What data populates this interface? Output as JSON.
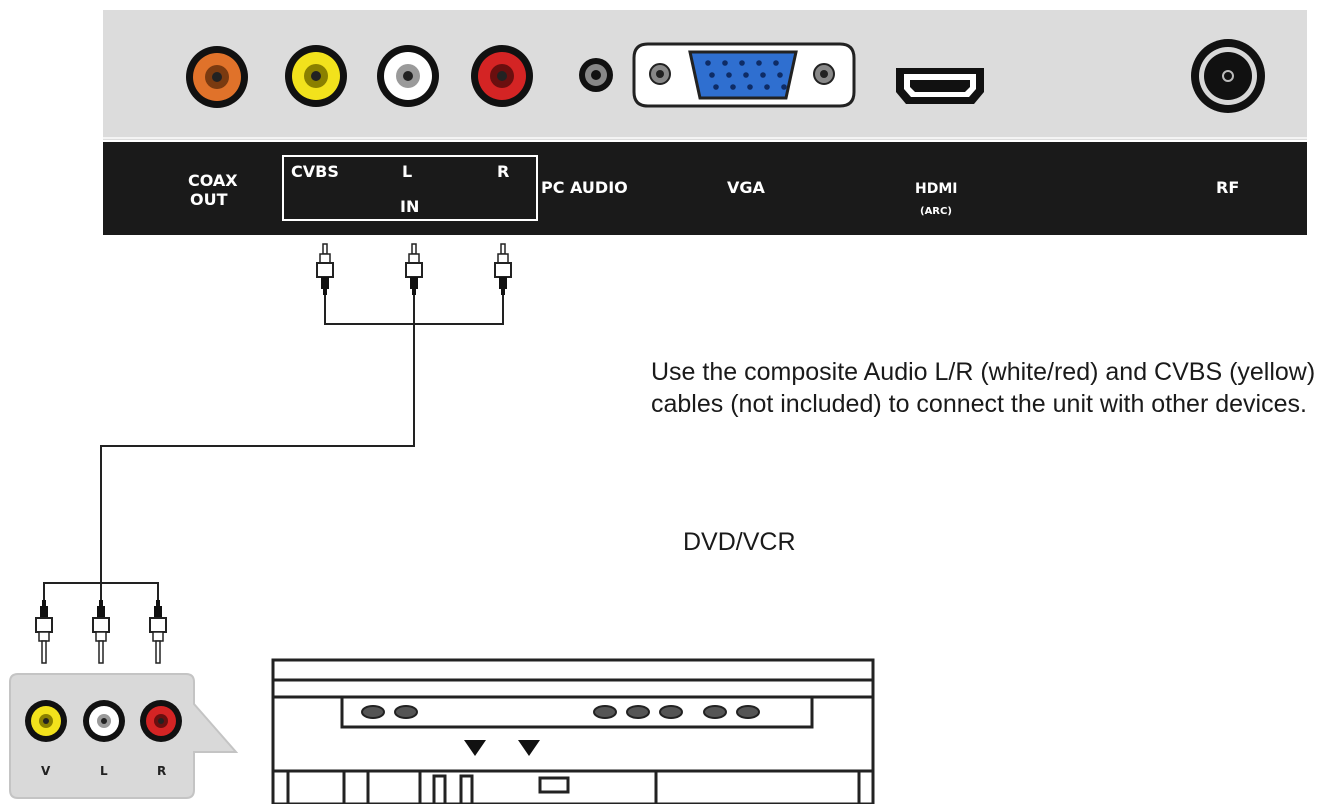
{
  "panel": {
    "ports": {
      "coax_out": {
        "line1": "COAX",
        "line2": "OUT"
      },
      "in_group": {
        "cvbs": "CVBS",
        "l": "L",
        "r": "R",
        "in": "IN"
      },
      "pc_audio": "PC AUDIO",
      "vga": "VGA",
      "hdmi": {
        "line1": "HDMI",
        "line2": "(ARC)"
      },
      "rf": "RF"
    },
    "colors": {
      "coax": "#e0722a",
      "yellow": "#f2e21c",
      "white": "#ffffff",
      "red": "#d42424",
      "vga_blue": "#2f6fd0",
      "panel_grey": "#dcdcdc",
      "label_bar": "#1a1a1a"
    }
  },
  "device_jacks": {
    "v": "V",
    "l": "L",
    "r": "R"
  },
  "instruction": "Use the composite Audio L/R (white/red) and CVBS (yellow) cables (not included) to connect the unit with other devices.",
  "device_label": "DVD/VCR"
}
